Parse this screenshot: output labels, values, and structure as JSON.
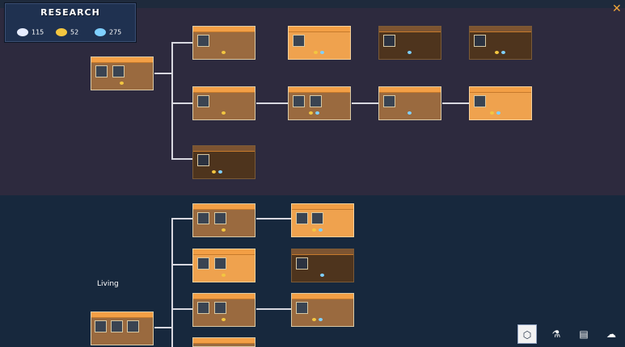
{
  "panel": {
    "title": "RESEARCH",
    "resources": [
      {
        "icon": "wings-icon",
        "value": "115"
      },
      {
        "icon": "gold-wings-icon",
        "value": "52"
      },
      {
        "icon": "gem-icon",
        "value": "275"
      }
    ]
  },
  "section_label": "Living",
  "colors": {
    "accent": "#efa24e",
    "node": "#9a6a3f",
    "node_dark": "#4e341d",
    "bg_top": "#2d2a3e",
    "bg_bottom": "#17283d"
  }
}
